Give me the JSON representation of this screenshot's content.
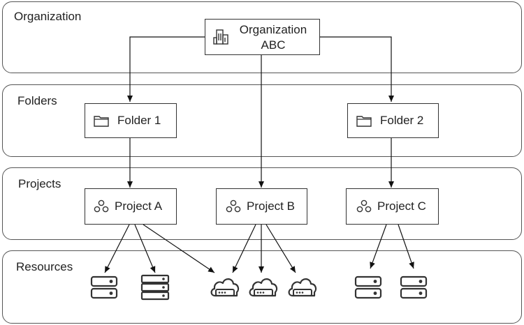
{
  "layers": {
    "organization": "Organization",
    "folders": "Folders",
    "projects": "Projects",
    "resources": "Resources"
  },
  "nodes": {
    "org": {
      "line1": "Organization",
      "line2": "ABC",
      "icon": "building-icon"
    },
    "folder1": {
      "label": "Folder 1",
      "icon": "folder-icon"
    },
    "folder2": {
      "label": "Folder 2",
      "icon": "folder-icon"
    },
    "projectA": {
      "label": "Project A",
      "icon": "project-icon"
    },
    "projectB": {
      "label": "Project B",
      "icon": "project-icon"
    },
    "projectC": {
      "label": "Project C",
      "icon": "project-icon"
    }
  },
  "resources": [
    {
      "icon": "server-icon"
    },
    {
      "icon": "server-rack-icon"
    },
    {
      "icon": "cloud-storage-icon"
    },
    {
      "icon": "cloud-storage-icon"
    },
    {
      "icon": "cloud-storage-icon"
    },
    {
      "icon": "server-icon"
    },
    {
      "icon": "server-icon"
    }
  ],
  "colors": {
    "stroke": "#555555",
    "text": "#222222"
  }
}
